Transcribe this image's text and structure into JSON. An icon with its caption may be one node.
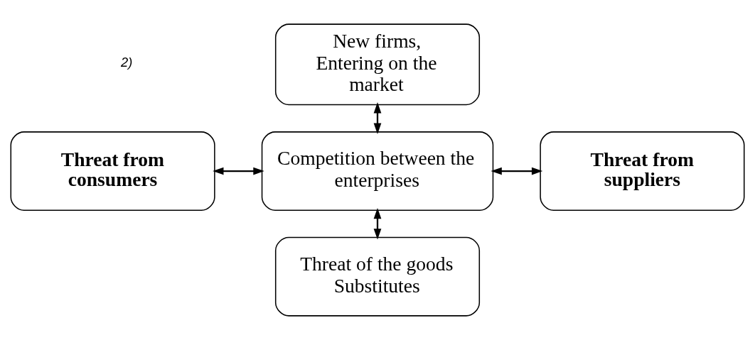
{
  "diagram": {
    "nodes": [
      {
        "text": [
          "New firms, Entering on the market"
        ]
      },
      {
        "text": [
          "Threat from consumers"
        ]
      },
      {
        "text": [
          "Competition between the enterprises"
        ]
      },
      {
        "text": [
          "Threat from suppliers"
        ]
      },
      {
        "text": [
          "Threat of the goods Substitutes"
        ]
      }
    ],
    "edges": [
      {
        "from": 0,
        "to": 2,
        "arrow": "both"
      },
      {
        "from": 1,
        "to": 2,
        "arrow": "both"
      },
      {
        "from": 2,
        "to": 3,
        "arrow": "both"
      },
      {
        "from": 2,
        "to": 4,
        "arrow": "both"
      }
    ],
    "labels": [
      "2)"
    ]
  }
}
